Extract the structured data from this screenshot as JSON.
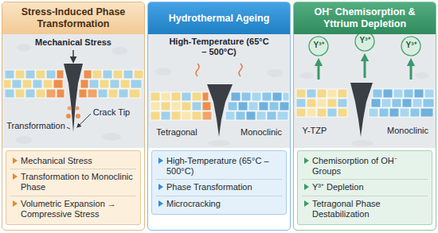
{
  "diagram": {
    "nodes": [
      {
        "text": [
          "Stress-Induced Phase Transformation"
        ]
      },
      {
        "text": [
          "Mechanical Stress",
          "Transformation to Monoclinic Phase",
          "Volumetric Expansion → Compressive Stress"
        ],
        "in": 0
      },
      {
        "text": [
          "Hydrothermal Ageing"
        ]
      },
      {
        "text": [
          "High-Temperature (65°C – 500°C)",
          "Phase Transformation",
          "Microcracking"
        ],
        "in": 2
      },
      {
        "text": [
          "OH⁻ Chemisorption & Yttrium Depletion"
        ]
      },
      {
        "text": [
          "Chemisorption of OH⁻ Groups",
          "Y³⁺ Depletion",
          "Tetragonal Phase Destabilization"
        ],
        "in": 4
      }
    ],
    "labels": [
      "Mechanical Stress",
      "Crack Tip",
      "Transformation",
      "High-Temperature (65°C – 500°C)",
      "Tetragonal",
      "Monoclinic",
      "Y³⁺",
      "Y³⁺",
      "Y³⁺",
      "Y-TZP",
      "Monoclinic"
    ]
  }
}
